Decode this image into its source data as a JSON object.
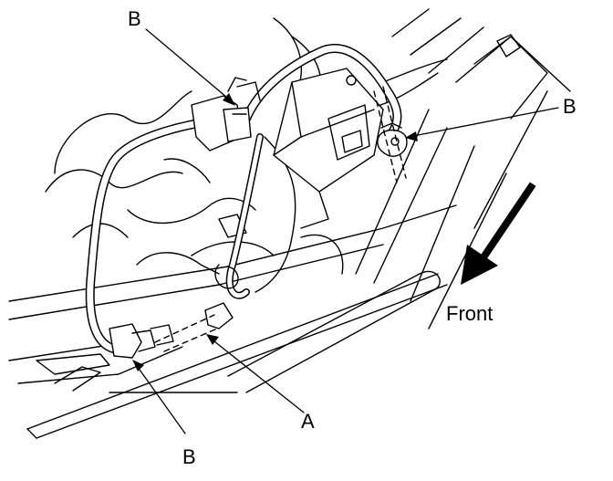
{
  "diagram": {
    "callouts": {
      "b_top_left": "B",
      "b_right": "B",
      "b_bottom": "B",
      "a": "A",
      "front": "Front"
    },
    "colors": {
      "ink": "#000000",
      "background": "#ffffff"
    }
  }
}
